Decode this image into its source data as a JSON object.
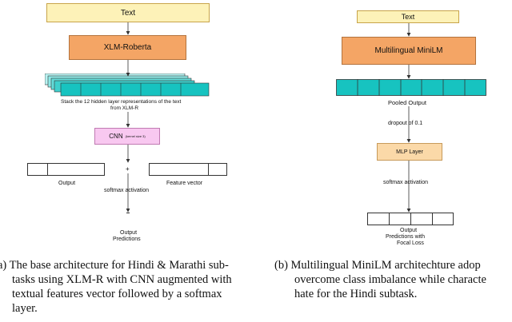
{
  "left": {
    "text_box": "Text",
    "xlmr_box": "XLM-Roberta",
    "stack_label_line1": "Stack the 12 hidden layer representations of the text",
    "stack_label_line2": "from XLM-R",
    "cnn_box": "CNN",
    "cnn_sub": "(kernel size 3)",
    "plus": "+",
    "output_label": "Output",
    "feature_label": "Feature vector",
    "softmax_label": "softmax activation",
    "predictions_line1": "Output",
    "predictions_line2": "Predictions"
  },
  "right": {
    "text_box": "Text",
    "minilm_box": "Multilingual MiniLM",
    "pooled_label": "Pooled Output",
    "dropout_label": "dropout of 0.1",
    "mlp_box": "MLP Layer",
    "softmax_label": "softmax activation",
    "output_line1": "Output",
    "output_line2": "Predictions with",
    "output_line3": "Focal Loss"
  },
  "caption_a": {
    "line1": "a) The base architecture for Hindi & Marathi sub-",
    "line2": "tasks using XLM-R with CNN augmented with",
    "line3": "textual features vector followed by a softmax",
    "line4": "layer."
  },
  "caption_b": {
    "line1": "(b) Multilingual MiniLM architechture adop",
    "line2": "overcome class imbalance while characte",
    "line3": "hate for the Hindi subtask."
  },
  "colors": {
    "cyan_cells": "#17c3c0",
    "yellow_box": "#fdf2b8",
    "orange_box": "#f4a565",
    "pink_box": "#f8c8f0",
    "peach_box": "#fbd9a8"
  }
}
